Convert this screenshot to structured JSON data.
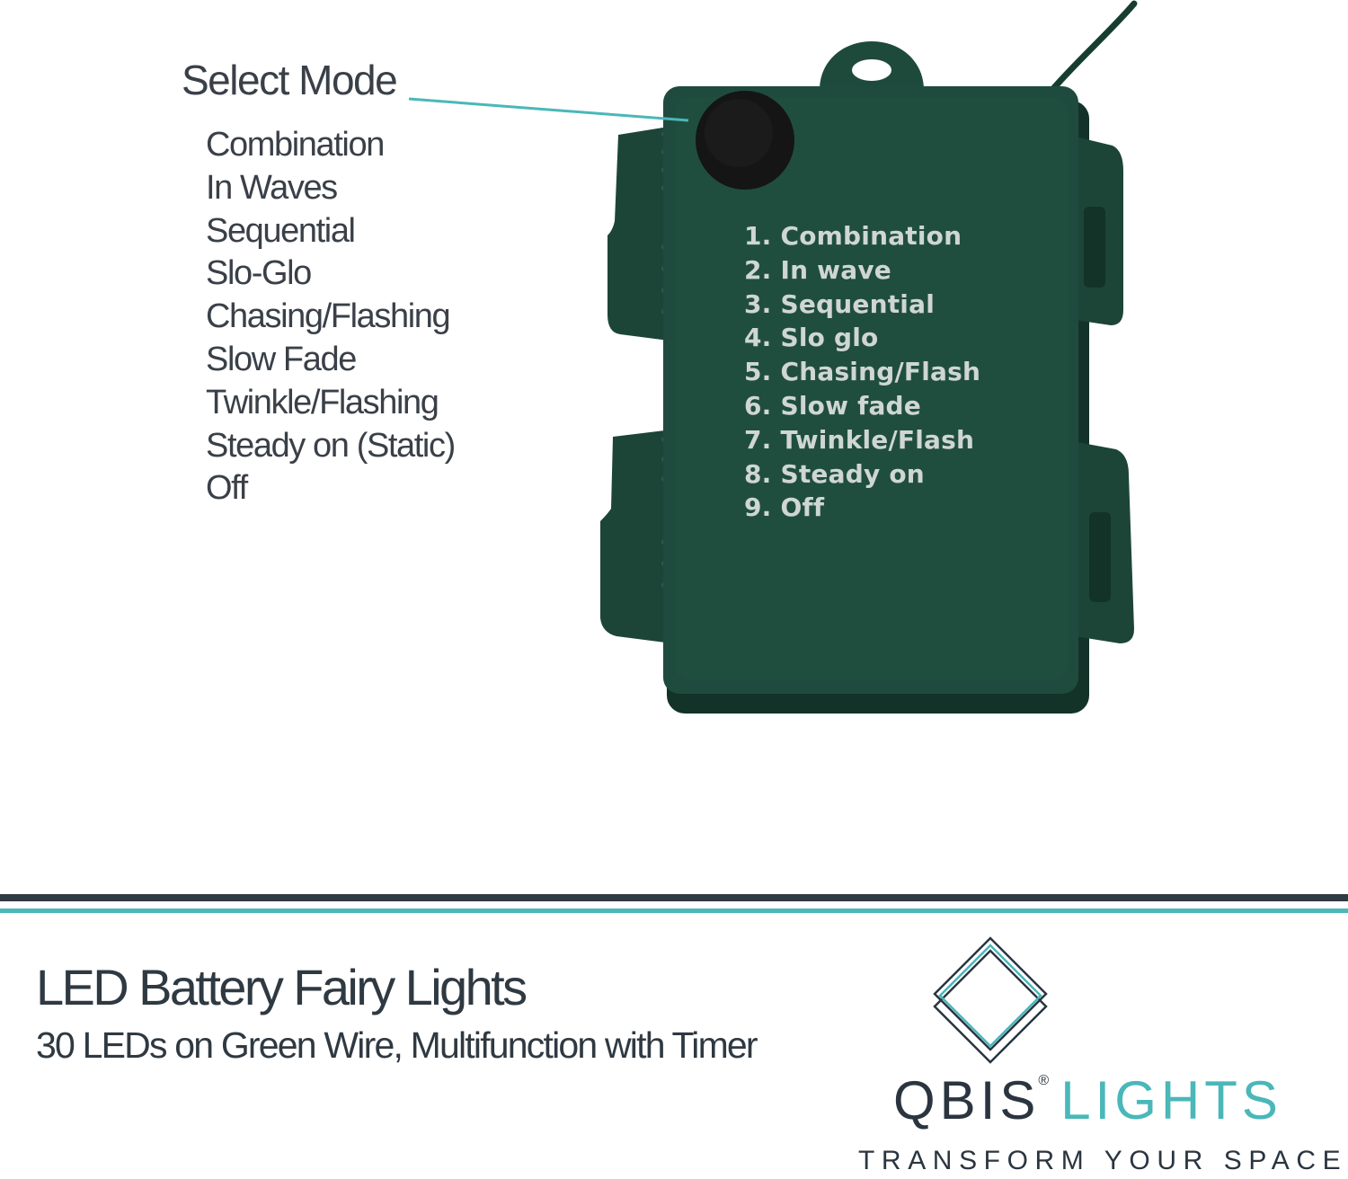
{
  "left_panel": {
    "title": "Select Mode",
    "modes": [
      "Combination",
      "In Waves",
      "Sequential",
      "Slo-Glo",
      "Chasing/Flashing",
      "Slow Fade",
      "Twinkle/Flashing",
      "Steady on (Static)",
      "Off"
    ]
  },
  "device": {
    "modes": [
      "1. Combination",
      "2. In wave",
      "3. Sequential",
      "4. Slo glo",
      "5. Chasing/Flash",
      "6. Slow fade",
      "7. Twinkle/Flash",
      "8. Steady on",
      "9. Off"
    ],
    "colors": {
      "body": "#1f4b3e",
      "button": "#151515",
      "pointer": "#4ab7b9"
    }
  },
  "footer": {
    "title": "LED Battery Fairy Lights",
    "subtitle": "30 LEDs on Green Wire, Multifunction with Timer"
  },
  "brand": {
    "name_part1": "QBIS",
    "registered": "®",
    "name_part2": "LIGHTS",
    "tagline": "TRANSFORM YOUR SPACE",
    "logo_icon": "diamond-logo-icon",
    "colors": {
      "dark": "#2b3540",
      "teal": "#4ab7b9"
    }
  }
}
